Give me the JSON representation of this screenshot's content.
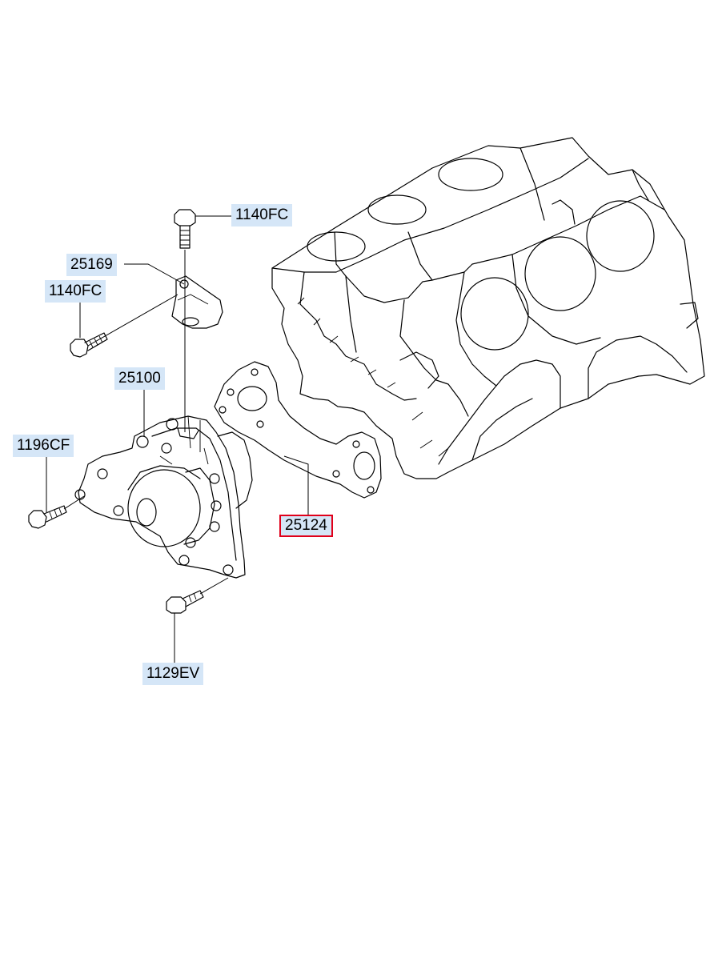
{
  "labels": {
    "p_1140fc_top": "1140FC",
    "p_25169": "25169",
    "p_1140fc_left": "1140FC",
    "p_25100": "25100",
    "p_1196cf": "1196CF",
    "p_25124": "25124",
    "p_1129ev": "1129EV"
  },
  "selected_part": "25124",
  "colors": {
    "label_background": "#d5e6f7",
    "selected_border": "#e0001a",
    "line": "#000000"
  }
}
